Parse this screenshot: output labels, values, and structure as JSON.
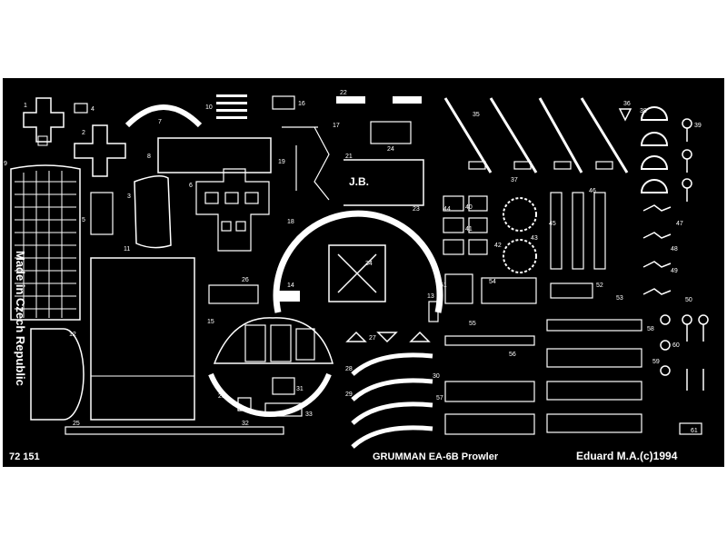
{
  "sheet": {
    "title": "GRUMMAN EA-6B Prowler",
    "credit": "Eduard M.A.(c)1994",
    "catalog_number": "72 151",
    "vertical_text": "Made in Czech Republic",
    "panel_marking": "J.B.",
    "colors": {
      "background": "#ffffff",
      "fret": "#000000",
      "etched": "#ffffff"
    }
  },
  "part_numbers": [
    "1",
    "2",
    "3",
    "4",
    "5",
    "6",
    "7",
    "8",
    "9",
    "10",
    "11",
    "12",
    "13",
    "14",
    "15",
    "16",
    "17",
    "18",
    "19",
    "20",
    "21",
    "22",
    "23",
    "24",
    "25",
    "26",
    "27",
    "28",
    "29",
    "30",
    "31",
    "32",
    "33",
    "34",
    "35",
    "36",
    "37",
    "38",
    "39",
    "40",
    "41",
    "42",
    "43",
    "44",
    "45",
    "46",
    "47",
    "48",
    "49",
    "50",
    "51",
    "52",
    "53",
    "54",
    "55",
    "56",
    "57",
    "58",
    "59",
    "60",
    "61"
  ]
}
